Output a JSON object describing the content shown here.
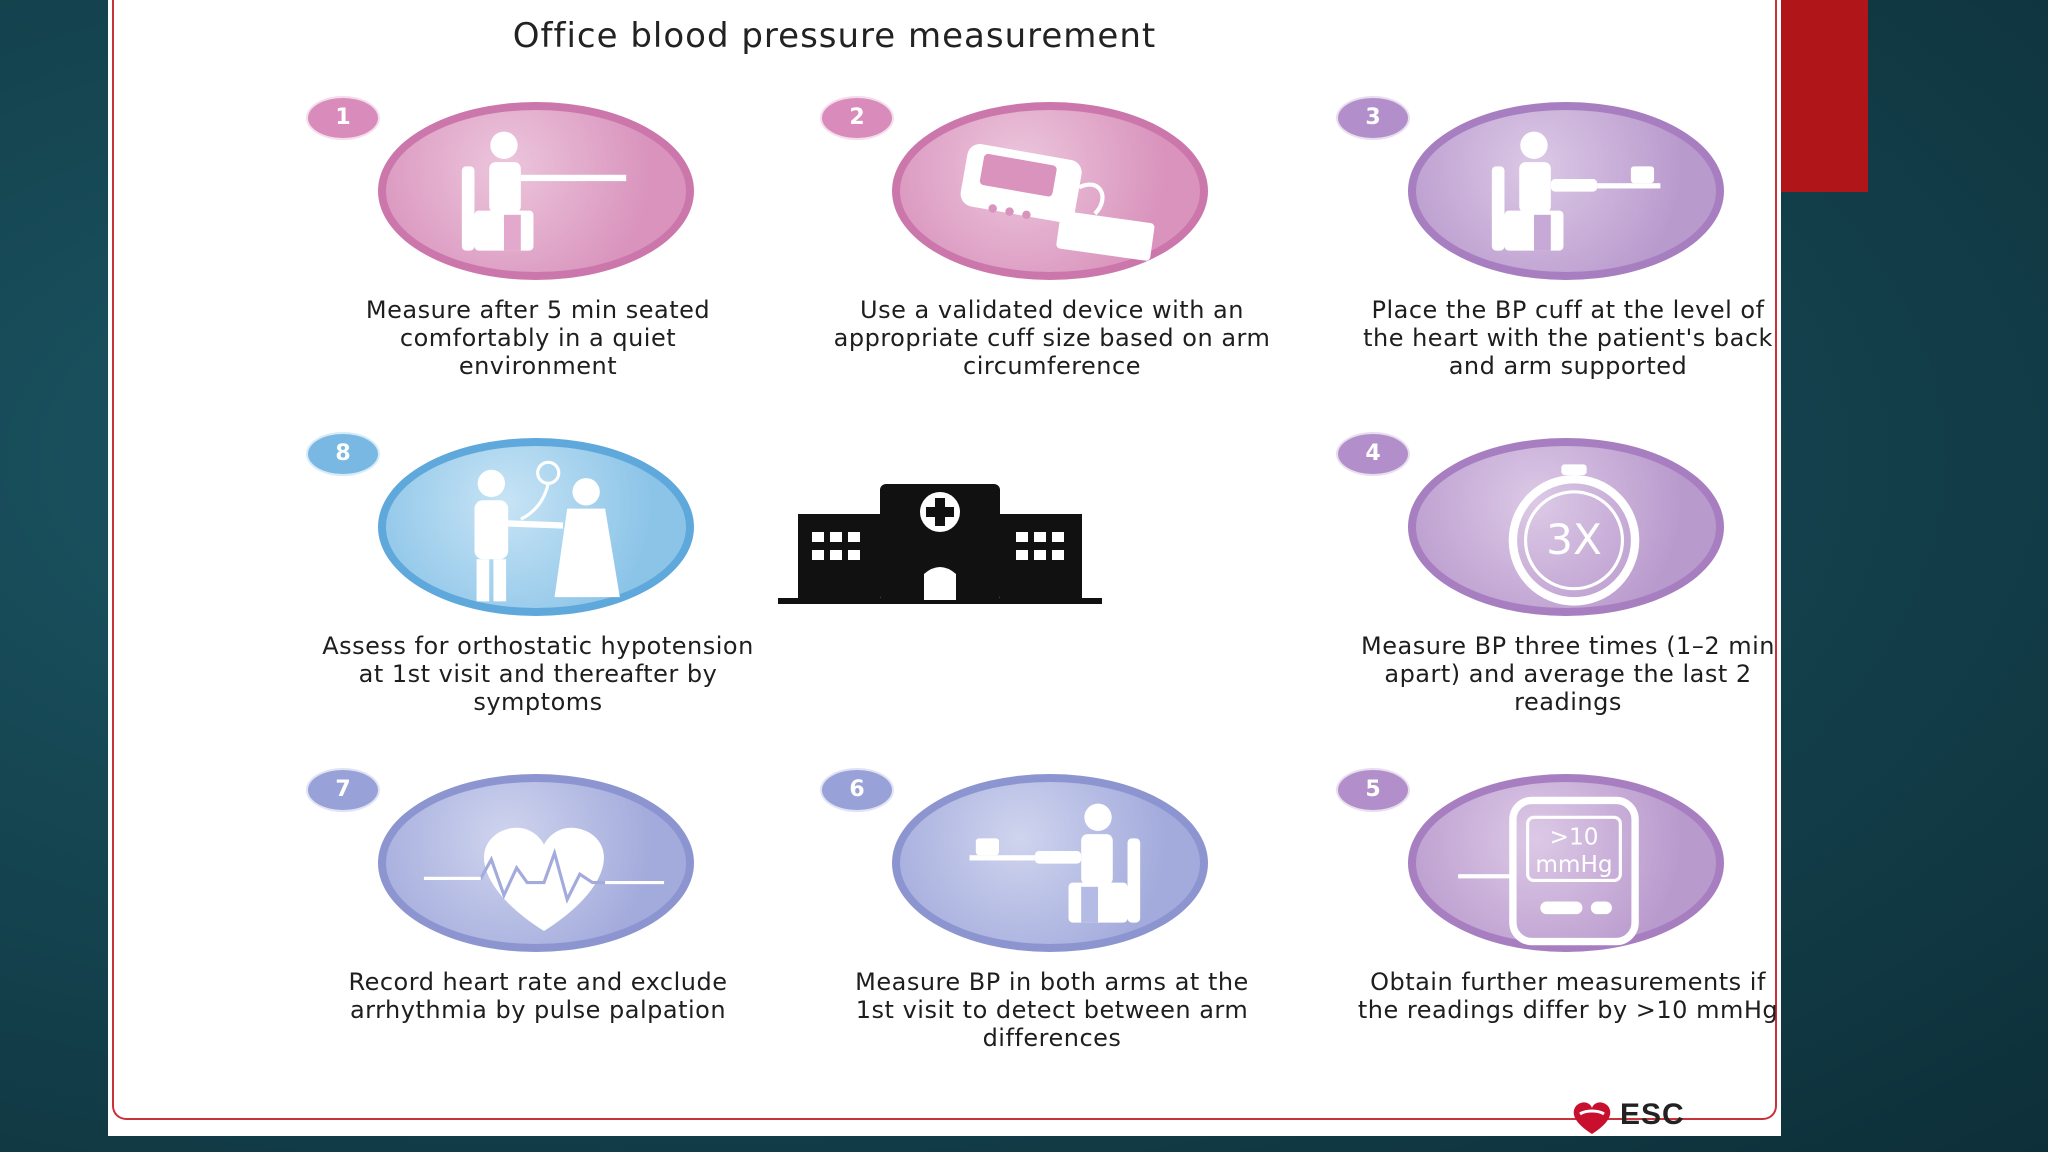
{
  "title": "Office blood pressure measurement",
  "steps": [
    {
      "number": "1",
      "caption": "Measure after 5 min seated comfortably in a quiet environment",
      "icon": "seated-person-icon",
      "color": "#d993bd"
    },
    {
      "number": "2",
      "caption": "Use a validated device with an appropriate cuff size based on arm circumference",
      "icon": "bp-device-cuff-icon",
      "color": "#d993bd"
    },
    {
      "number": "3",
      "caption": "Place the BP cuff at the level of the heart with the patient's back and arm supported",
      "icon": "seated-person-cuff-icon",
      "color": "#b99acd"
    },
    {
      "number": "8",
      "caption": "Assess for orthostatic hypotension at 1st visit and thereafter by symptoms",
      "icon": "doctor-patient-icon",
      "color": "#8cc4e8"
    },
    {
      "number": "4",
      "caption": "Measure BP three times (1–2 min apart) and average the last 2 readings",
      "icon": "stopwatch-3x-icon",
      "color": "#b99acd"
    },
    {
      "number": "7",
      "caption": "Record heart rate and exclude arrhythmia by pulse palpation",
      "icon": "heart-pulse-icon",
      "color": "#a3abdc"
    },
    {
      "number": "6",
      "caption": "Measure BP in both arms at the 1st visit to detect between arm differences",
      "icon": "seated-person-both-arms-icon",
      "color": "#a3abdc"
    },
    {
      "number": "5",
      "caption": "Obtain further measurements if the readings differ by >10 mmHg",
      "icon": "bp-monitor-display-icon",
      "color": "#b99acd"
    }
  ],
  "center_icon": "hospital-icon",
  "icon_texts": {
    "stopwatch": "3X",
    "monitor_line1": ">10",
    "monitor_line2": "mmHg"
  },
  "logo": {
    "text": "ESC",
    "icon": "heart-logo-icon"
  },
  "colors": {
    "accent_bar": "#b01619",
    "frame": "#c8323a"
  }
}
